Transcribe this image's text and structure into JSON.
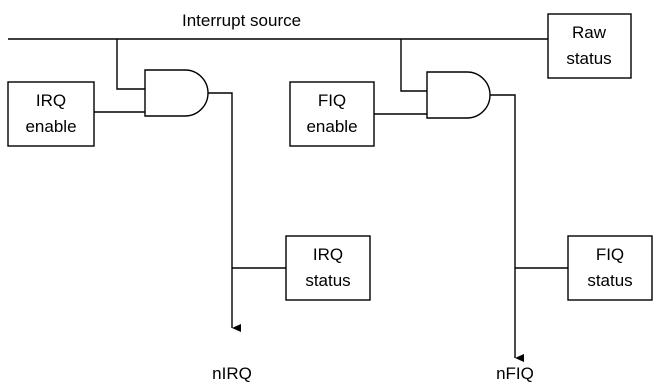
{
  "bus_label": "Interrupt source",
  "raw_status": {
    "line1": "Raw",
    "line2": "status"
  },
  "irq_enable": {
    "line1": "IRQ",
    "line2": "enable"
  },
  "fiq_enable": {
    "line1": "FIQ",
    "line2": "enable"
  },
  "irq_status": {
    "line1": "IRQ",
    "line2": "status"
  },
  "fiq_status": {
    "line1": "FIQ",
    "line2": "status"
  },
  "nirq_output": "nIRQ",
  "nfiq_output": "nFIQ"
}
